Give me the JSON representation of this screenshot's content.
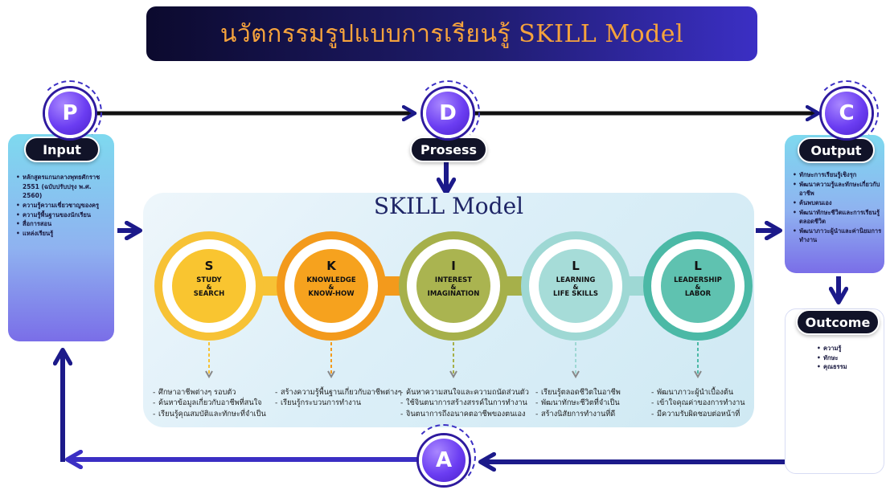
{
  "title": "นวัตกรรมรูปแบบการเรียนรู้ SKILL Model",
  "badges": {
    "p": "P",
    "d": "D",
    "c": "C",
    "a": "A"
  },
  "input": {
    "label": "Input",
    "items": [
      "หลักสูตรแกนกลางพุทธศักราช 2551 (ฉบับปรับปรุง พ.ศ. 2560)",
      "ความรู้ความเชี่ยวชาญของครู",
      "ความรู้พื้นฐานของนักเรียน",
      "สื่อการสอน",
      "แหล่งเรียนรู้"
    ]
  },
  "process": {
    "label": "Prosess"
  },
  "output": {
    "label": "Output",
    "items": [
      "ทักษะการเรียนรู้เชิงรุก",
      "พัฒนาความรู้และทักษะเกี่ยวกับอาชีพ",
      "ค้นพบตนเอง",
      "พัฒนาทักษะชีวิตและการเรียนรู้ตลอดชีวิต",
      "พัฒนาภาวะผู้นำและค่านิยมการทำงาน"
    ]
  },
  "outcome": {
    "label": "Outcome",
    "items": [
      "ความรู้",
      "ทักษะ",
      "คุณธรรม"
    ]
  },
  "skill_model": {
    "title": "SKILL Model",
    "steps": [
      {
        "letter": "S",
        "line1": "STUDY",
        "amp": "&",
        "line2": "SEARCH",
        "details": [
          "ศึกษาอาชีพต่างๆ รอบตัว",
          "ค้นหาข้อมูลเกี่ยวกับอาชีพที่สนใจ",
          "เรียนรู้คุณสมบัติและทักษะที่จำเป็น"
        ]
      },
      {
        "letter": "K",
        "line1": "KNOWLEDGE",
        "amp": "&",
        "line2": "KNOW-HOW",
        "details": [
          "สร้างความรู้พื้นฐานเกี่ยวกับอาชีพต่างๆ",
          "เรียนรู้กระบวนการทำงาน"
        ]
      },
      {
        "letter": "I",
        "line1": "INTEREST",
        "amp": "&",
        "line2": "IMAGINATION",
        "details": [
          "ค้นหาความสนใจและความถนัดส่วนตัว",
          "ใช้จินตนาการสร้างสรรค์ในการทำงาน",
          "จินตนาการถึงอนาคตอาชีพของตนเอง"
        ]
      },
      {
        "letter": "L",
        "line1": "LEARNING",
        "amp": "&",
        "line2": "LIFE SKILLS",
        "details": [
          "เรียนรู้ตลอดชีวิตในอาชีพ",
          "พัฒนาทักษะชีวิตที่จำเป็น",
          "สร้างนิสัยการทำงานที่ดี"
        ]
      },
      {
        "letter": "L",
        "line1": "LEADERSHIP",
        "amp": "&",
        "line2": "LABOR",
        "details": [
          "พัฒนาภาวะผู้นำเบื้องต้น",
          "เข้าใจคุณค่าของการทำงาน",
          "มีความรับผิดชอบต่อหน้าที่"
        ]
      }
    ]
  },
  "colors": {
    "title_text": "#f6a33c",
    "step_rings": [
      "#f7c235",
      "#f39a1c",
      "#a6b04a",
      "#9ed8d4",
      "#4bb9a6"
    ],
    "step_fills": [
      "#f9c530",
      "#f6a21e",
      "#aab450",
      "#a6dcd8",
      "#5fc2b0"
    ],
    "connector": "#1c1a8a"
  }
}
